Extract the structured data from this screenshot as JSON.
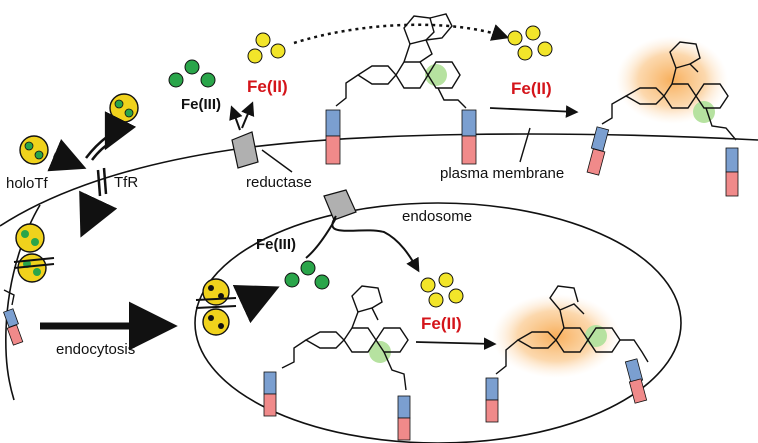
{
  "labels": {
    "holotf": "holoTf",
    "tfr": "TfR",
    "fe3_top": "Fe(III)",
    "fe2_top": "Fe(II)",
    "fe2_right": "Fe(II)",
    "reductase": "reductase",
    "plasma_membrane": "plasma membrane",
    "endosome": "endosome",
    "fe3_inner": "Fe(III)",
    "fe2_inner": "Fe(II)",
    "endocytosis": "endocytosis"
  },
  "colors": {
    "fe3_ball": "#2aa54a",
    "fe2_ball": "#f2e52a",
    "tf_ball": "#f0d21c",
    "fe2_text": "#d4141a",
    "reductase": "#b0b0b0",
    "anchor_blue": "#7b9fd0",
    "anchor_pink": "#f08a8a",
    "nitrogen_highlight": "#b6e2a0",
    "fluorescence_glow": "#f7a64a"
  }
}
